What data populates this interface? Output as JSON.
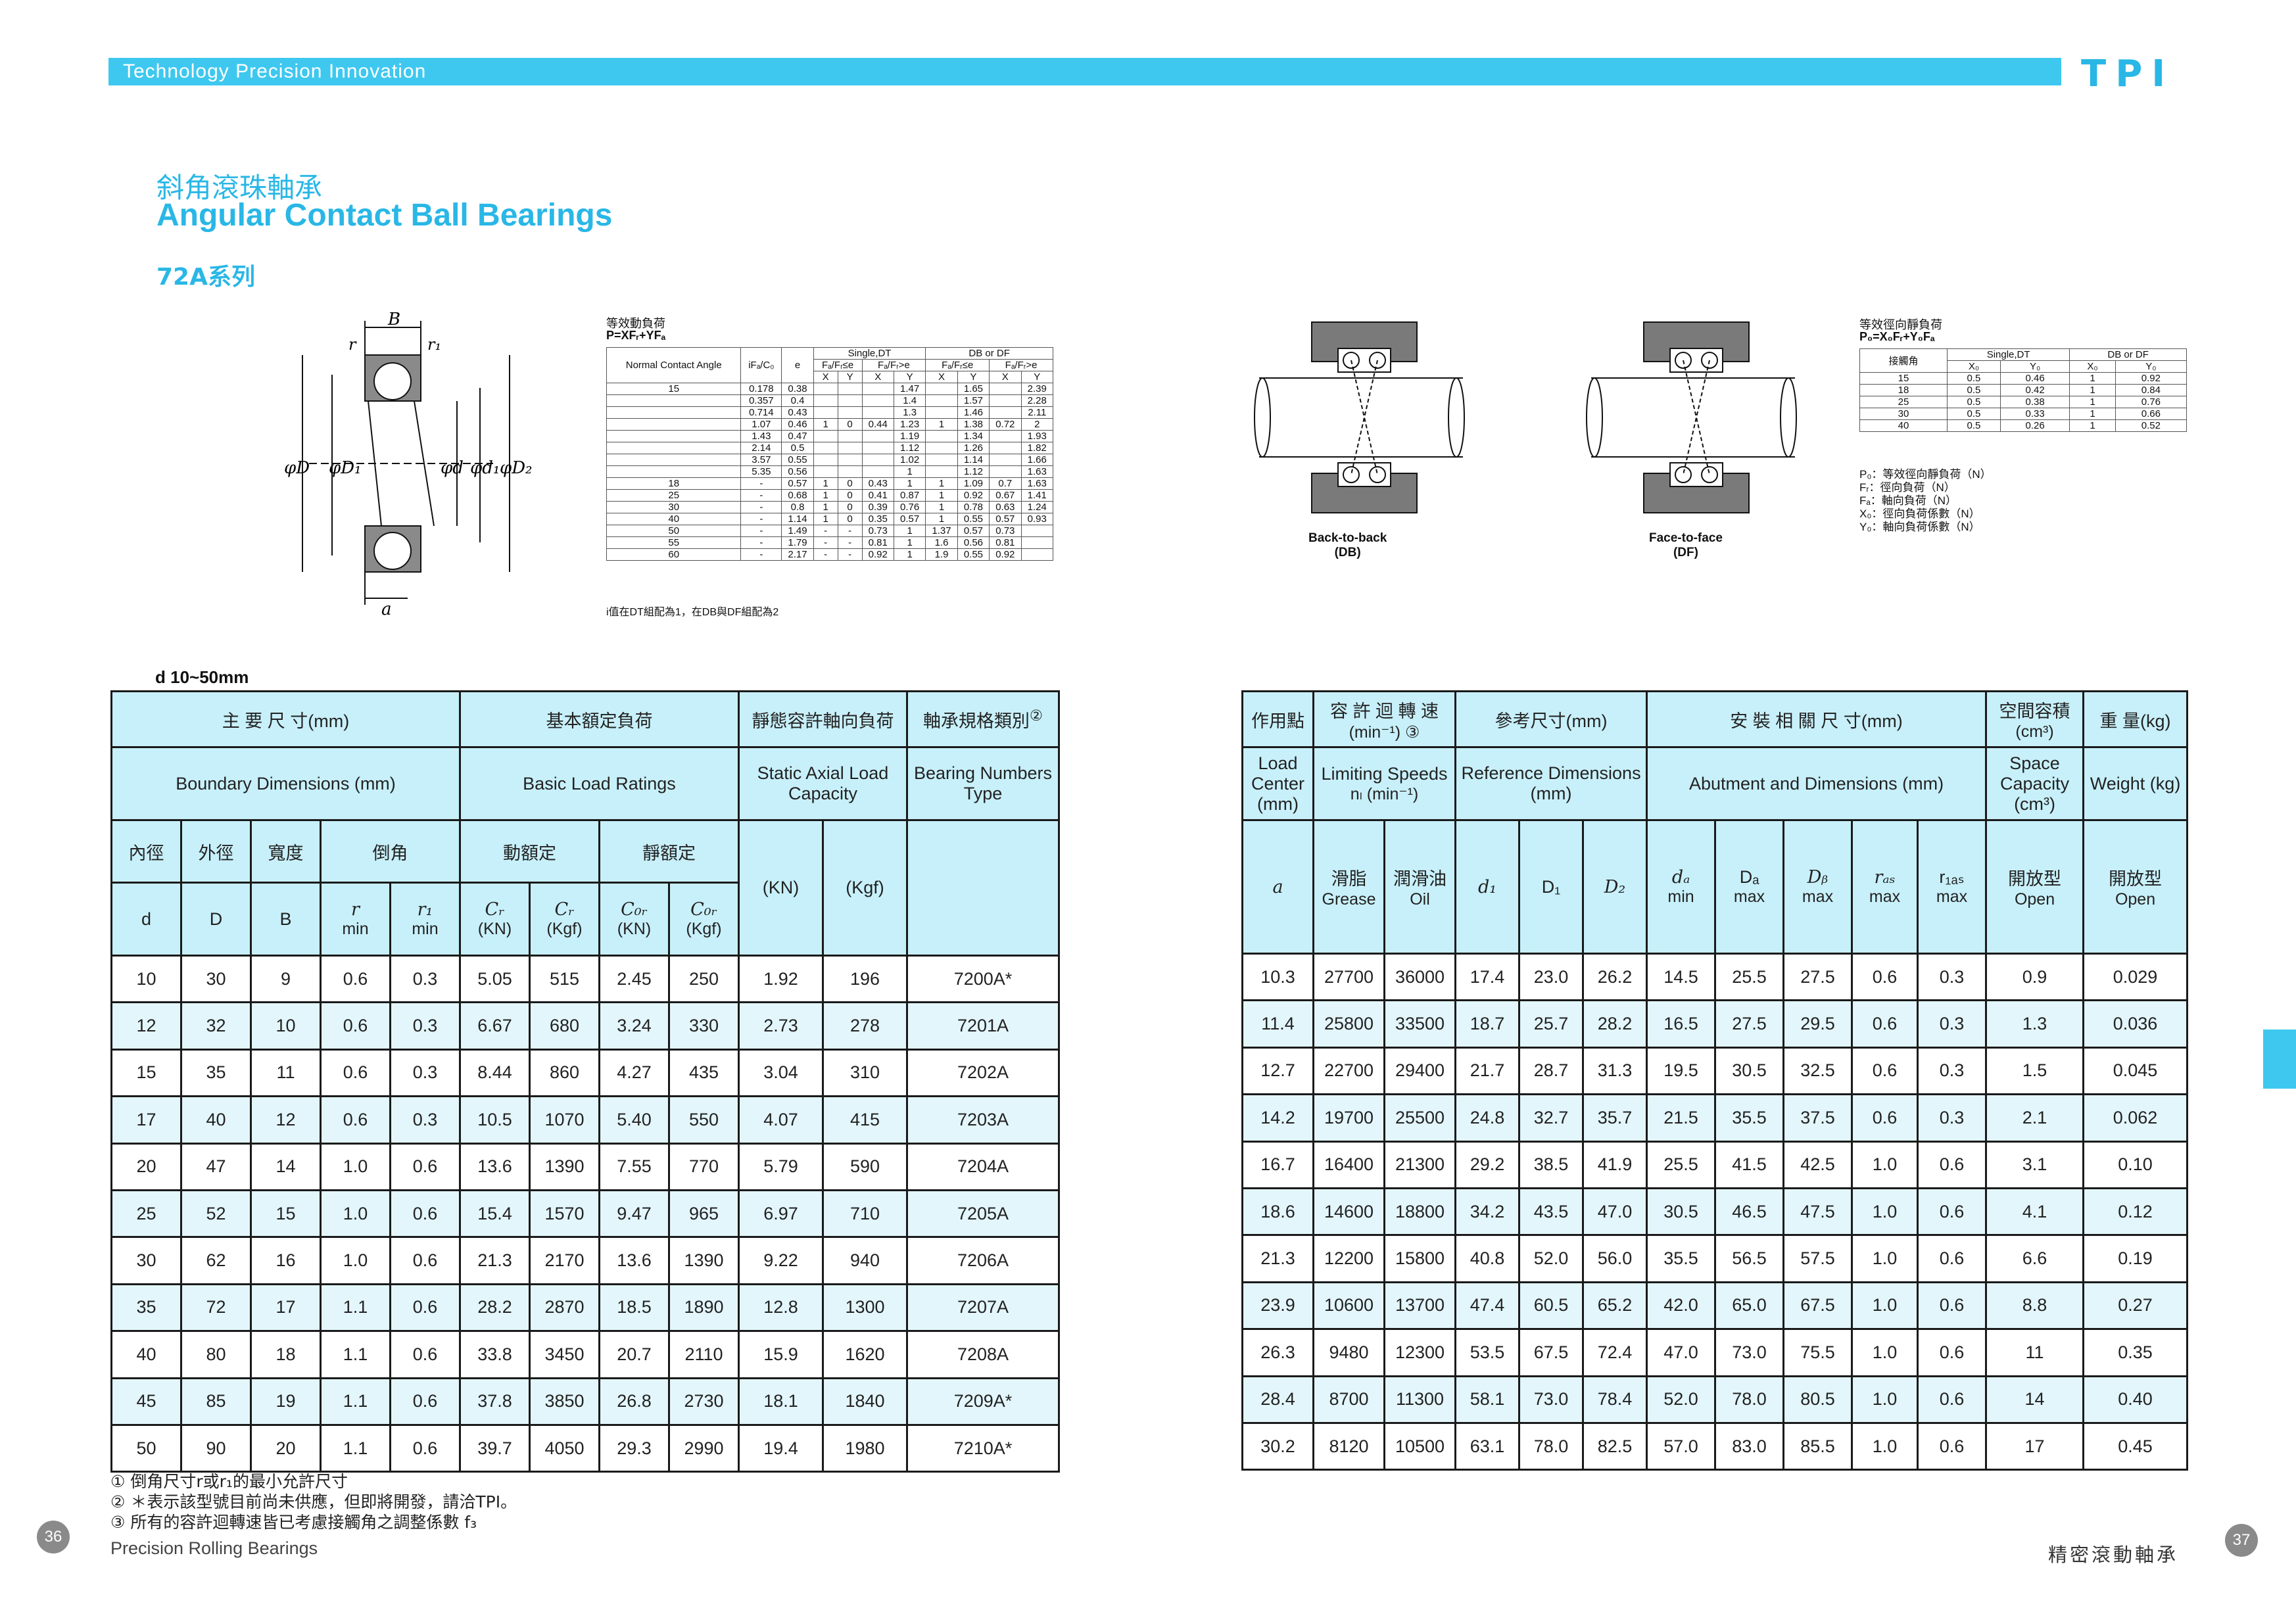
{
  "header": {
    "tagline": "Technology  Precision  Innovation",
    "logo": "TPI"
  },
  "titles": {
    "cn": "斜角滾珠軸承",
    "en": "Angular Contact Ball Bearings",
    "series": "72A系列"
  },
  "bearing_figure": {
    "labels": {
      "B": "B",
      "r": "r",
      "r1": "r₁",
      "a": "a",
      "D": "φD",
      "D1": "φD₁",
      "d": "φd",
      "d1": "φd₁",
      "D2": "φD₂"
    }
  },
  "eq_dynamic": {
    "title": "等效動負荷",
    "formula": "P=XFᵣ+YFₐ",
    "footnote": "i值在DT組配為1，在DB與DF組配為2",
    "headers": {
      "angle": "Normal Contact Angle",
      "ratio": "iFₐ/C₀",
      "e": "e",
      "single": "Single,DT",
      "dbdf": "DB or DF",
      "c1": "Fₐ/Fᵣ≤e",
      "c2": "Fₐ/Fᵣ>e",
      "X": "X",
      "Y": "Y"
    },
    "rows": [
      [
        "15",
        "0.178",
        "0.38",
        "",
        "",
        "",
        "1.47",
        "",
        "1.65",
        "",
        "2.39"
      ],
      [
        "",
        "0.357",
        "0.4",
        "",
        "",
        "",
        "1.4",
        "",
        "1.57",
        "",
        "2.28"
      ],
      [
        "",
        "0.714",
        "0.43",
        "",
        "",
        "",
        "1.3",
        "",
        "1.46",
        "",
        "2.11"
      ],
      [
        "",
        "1.07",
        "0.46",
        "1",
        "0",
        "0.44",
        "1.23",
        "1",
        "1.38",
        "0.72",
        "2"
      ],
      [
        "",
        "1.43",
        "0.47",
        "",
        "",
        "",
        "1.19",
        "",
        "1.34",
        "",
        "1.93"
      ],
      [
        "",
        "2.14",
        "0.5",
        "",
        "",
        "",
        "1.12",
        "",
        "1.26",
        "",
        "1.82"
      ],
      [
        "",
        "3.57",
        "0.55",
        "",
        "",
        "",
        "1.02",
        "",
        "1.14",
        "",
        "1.66"
      ],
      [
        "",
        "5.35",
        "0.56",
        "",
        "",
        "",
        "1",
        "",
        "1.12",
        "",
        "1.63"
      ],
      [
        "18",
        "-",
        "0.57",
        "1",
        "0",
        "0.43",
        "1",
        "1",
        "1.09",
        "0.7",
        "1.63"
      ],
      [
        "25",
        "-",
        "0.68",
        "1",
        "0",
        "0.41",
        "0.87",
        "1",
        "0.92",
        "0.67",
        "1.41"
      ],
      [
        "30",
        "-",
        "0.8",
        "1",
        "0",
        "0.39",
        "0.76",
        "1",
        "0.78",
        "0.63",
        "1.24"
      ],
      [
        "40",
        "-",
        "1.14",
        "1",
        "0",
        "0.35",
        "0.57",
        "1",
        "0.55",
        "0.57",
        "0.93"
      ],
      [
        "50",
        "-",
        "1.49",
        "-",
        "-",
        "0.73",
        "1",
        "1.37",
        "0.57",
        "0.73",
        ""
      ],
      [
        "55",
        "-",
        "1.79",
        "-",
        "-",
        "0.81",
        "1",
        "1.6",
        "0.56",
        "0.81",
        ""
      ],
      [
        "60",
        "-",
        "2.17",
        "-",
        "-",
        "0.92",
        "1",
        "1.9",
        "0.55",
        "0.92",
        ""
      ]
    ]
  },
  "arrangements": {
    "db": "Back-to-back\n(DB)",
    "df": "Face-to-face\n(DF)"
  },
  "eq_static": {
    "title": "等效徑向靜負荷",
    "formula": "P₀=X₀Fᵣ+Y₀Fₐ",
    "headers": {
      "angle": "接觸角",
      "single": "Single,DT",
      "dbdf": "DB or DF",
      "x0": "X₀",
      "y0": "Y₀"
    },
    "rows": [
      [
        "15",
        "0.5",
        "0.46",
        "1",
        "0.92"
      ],
      [
        "18",
        "0.5",
        "0.42",
        "1",
        "0.84"
      ],
      [
        "25",
        "0.5",
        "0.38",
        "1",
        "0.76"
      ],
      [
        "30",
        "0.5",
        "0.33",
        "1",
        "0.66"
      ],
      [
        "40",
        "0.5",
        "0.26",
        "1",
        "0.52"
      ]
    ],
    "legend": [
      "P₀：等效徑向靜負荷（N）",
      "Fᵣ：徑向負荷（N）",
      "Fₐ：軸向負荷（N）",
      "X₀：徑向負荷係數（N）",
      "Y₀：軸向負荷係數（N）"
    ]
  },
  "d_range": "d  10~50mm",
  "left_table": {
    "h_dims_cn": "主 要 尺 寸(mm)",
    "h_dims_en": "Boundary Dimensions (mm)",
    "h_load_cn": "基本額定負荷",
    "h_load_en": "Basic Load Ratings",
    "h_static_cn": "靜態容許軸向負荷",
    "h_static_en": "Static Axial Load Capacity",
    "h_num_cn": "軸承規格類別",
    "h_num_en": "Bearing Numbers Type",
    "h_num_note": "②",
    "sub_cn": {
      "inner": "內徑",
      "outer": "外徑",
      "width": "寬度",
      "chamfer": "倒角",
      "dynamic": "動額定",
      "static": "靜額定"
    },
    "sub": {
      "d": "d",
      "D": "D",
      "B": "B",
      "r": "r",
      "r1": "r₁",
      "min": "min",
      "Cr": "Cᵣ",
      "C0r": "C₀ᵣ",
      "kn": "(KN)",
      "kgf": "(Kgf)"
    },
    "rows": [
      [
        "10",
        "30",
        "9",
        "0.6",
        "0.3",
        "5.05",
        "515",
        "2.45",
        "250",
        "1.92",
        "196",
        "7200A*"
      ],
      [
        "12",
        "32",
        "10",
        "0.6",
        "0.3",
        "6.67",
        "680",
        "3.24",
        "330",
        "2.73",
        "278",
        "7201A"
      ],
      [
        "15",
        "35",
        "11",
        "0.6",
        "0.3",
        "8.44",
        "860",
        "4.27",
        "435",
        "3.04",
        "310",
        "7202A"
      ],
      [
        "17",
        "40",
        "12",
        "0.6",
        "0.3",
        "10.5",
        "1070",
        "5.40",
        "550",
        "4.07",
        "415",
        "7203A"
      ],
      [
        "20",
        "47",
        "14",
        "1.0",
        "0.6",
        "13.6",
        "1390",
        "7.55",
        "770",
        "5.79",
        "590",
        "7204A"
      ],
      [
        "25",
        "52",
        "15",
        "1.0",
        "0.6",
        "15.4",
        "1570",
        "9.47",
        "965",
        "6.97",
        "710",
        "7205A"
      ],
      [
        "30",
        "62",
        "16",
        "1.0",
        "0.6",
        "21.3",
        "2170",
        "13.6",
        "1390",
        "9.22",
        "940",
        "7206A"
      ],
      [
        "35",
        "72",
        "17",
        "1.1",
        "0.6",
        "28.2",
        "2870",
        "18.5",
        "1890",
        "12.8",
        "1300",
        "7207A"
      ],
      [
        "40",
        "80",
        "18",
        "1.1",
        "0.6",
        "33.8",
        "3450",
        "20.7",
        "2110",
        "15.9",
        "1620",
        "7208A"
      ],
      [
        "45",
        "85",
        "19",
        "1.1",
        "0.6",
        "37.8",
        "3850",
        "26.8",
        "2730",
        "18.1",
        "1840",
        "7209A*"
      ],
      [
        "50",
        "90",
        "20",
        "1.1",
        "0.6",
        "39.7",
        "4050",
        "29.3",
        "2990",
        "19.4",
        "1980",
        "7210A*"
      ]
    ]
  },
  "right_table": {
    "h_center_cn": "作用點",
    "h_center_en": "Load Center (mm)",
    "h_speed_cn": "容 許 迴 轉 速",
    "h_speed_unit": "(min⁻¹) ③",
    "h_speed_en": "Limiting Speeds",
    "h_speed_en2": "nₗ (min⁻¹)",
    "h_ref_cn": "參考尺寸(mm)",
    "h_ref_en": "Reference Dimensions (mm)",
    "h_abut_cn": "安 裝 相 關 尺 寸(mm)",
    "h_abut_en": "Abutment and Dimensions (mm)",
    "h_space_cn": "空間容積",
    "h_space_unit": "(cm³)",
    "h_space_en": "Space Capacity (cm³)",
    "h_weight_cn": "重 量(kg)",
    "h_weight_en": "Weight (kg)",
    "sub": {
      "a": "a",
      "grease_cn": "滑脂",
      "grease": "Grease",
      "oil_cn": "潤滑油",
      "oil": "Oil",
      "d1": "d₁",
      "D1": "D₁",
      "D2": "D₂",
      "da": "dₐ",
      "Da": "Dₐ",
      "Db": "Dᵦ",
      "ras": "rₐₛ",
      "r1as": "r₁ₐₛ",
      "min": "min",
      "max": "max",
      "open_cn": "開放型",
      "open": "Open"
    },
    "rows": [
      [
        "10.3",
        "27700",
        "36000",
        "17.4",
        "23.0",
        "26.2",
        "14.5",
        "25.5",
        "27.5",
        "0.6",
        "0.3",
        "0.9",
        "0.029"
      ],
      [
        "11.4",
        "25800",
        "33500",
        "18.7",
        "25.7",
        "28.2",
        "16.5",
        "27.5",
        "29.5",
        "0.6",
        "0.3",
        "1.3",
        "0.036"
      ],
      [
        "12.7",
        "22700",
        "29400",
        "21.7",
        "28.7",
        "31.3",
        "19.5",
        "30.5",
        "32.5",
        "0.6",
        "0.3",
        "1.5",
        "0.045"
      ],
      [
        "14.2",
        "19700",
        "25500",
        "24.8",
        "32.7",
        "35.7",
        "21.5",
        "35.5",
        "37.5",
        "0.6",
        "0.3",
        "2.1",
        "0.062"
      ],
      [
        "16.7",
        "16400",
        "21300",
        "29.2",
        "38.5",
        "41.9",
        "25.5",
        "41.5",
        "42.5",
        "1.0",
        "0.6",
        "3.1",
        "0.10"
      ],
      [
        "18.6",
        "14600",
        "18800",
        "34.2",
        "43.5",
        "47.0",
        "30.5",
        "46.5",
        "47.5",
        "1.0",
        "0.6",
        "4.1",
        "0.12"
      ],
      [
        "21.3",
        "12200",
        "15800",
        "40.8",
        "52.0",
        "56.0",
        "35.5",
        "56.5",
        "57.5",
        "1.0",
        "0.6",
        "6.6",
        "0.19"
      ],
      [
        "23.9",
        "10600",
        "13700",
        "47.4",
        "60.5",
        "65.2",
        "42.0",
        "65.0",
        "67.5",
        "1.0",
        "0.6",
        "8.8",
        "0.27"
      ],
      [
        "26.3",
        "9480",
        "12300",
        "53.5",
        "67.5",
        "72.4",
        "47.0",
        "73.0",
        "75.5",
        "1.0",
        "0.6",
        "11",
        "0.35"
      ],
      [
        "28.4",
        "8700",
        "11300",
        "58.1",
        "73.0",
        "78.4",
        "52.0",
        "78.0",
        "80.5",
        "1.0",
        "0.6",
        "14",
        "0.40"
      ],
      [
        "30.2",
        "8120",
        "10500",
        "63.1",
        "78.0",
        "82.5",
        "57.0",
        "83.0",
        "85.5",
        "1.0",
        "0.6",
        "17",
        "0.45"
      ]
    ]
  },
  "notes": [
    "① 倒角尺寸r或r₁的最小允許尺寸",
    "② ＊表示該型號目前尚未供應，但即將開發，請洽TPI。",
    "③ 所有的容許迴轉速皆已考慮接觸角之調整係數 f₃"
  ],
  "footer": {
    "page_left": "36",
    "page_right": "37",
    "left_text": "Precision Rolling Bearings",
    "right_text": "精密滾動軸承"
  },
  "colors": {
    "accent": "#3ec8ef",
    "header_fill": "#c8f0fa",
    "row_alt": "#e3f6fc"
  }
}
